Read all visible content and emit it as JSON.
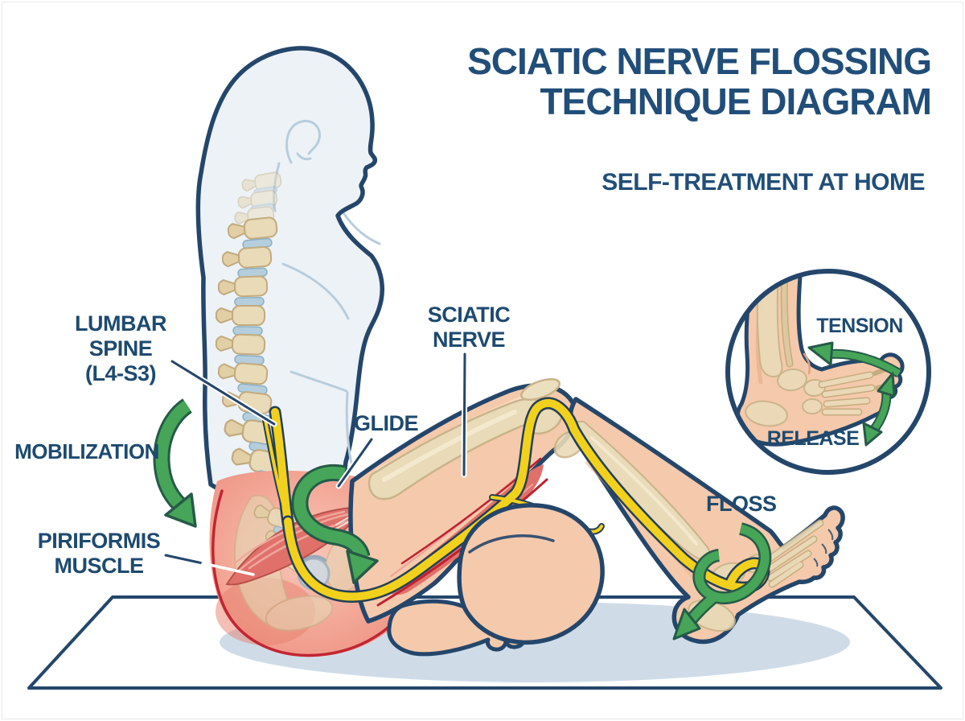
{
  "header": {
    "title_line1": "SCIATIC NERVE FLOSSING",
    "title_line2": "TECHNIQUE DIAGRAM",
    "subtitle": "SELF-TREATMENT AT HOME"
  },
  "labels": {
    "lumbar_spine_line1": "LUMBAR",
    "lumbar_spine_line2": "SPINE",
    "lumbar_spine_line3": "(L4-S3)",
    "mobilization": "MOBILIZATION",
    "piriformis_line1": "PIRIFORMIS",
    "piriformis_line2": "MUSCLE",
    "sciatic_line1": "SCIATIC",
    "sciatic_line2": "NERVE",
    "glide": "GLIDE",
    "floss": "FLOSS",
    "tension": "TENSION",
    "release": "RELEASE"
  },
  "colors": {
    "title_text": "#214e79",
    "label_text": "#1d4a70",
    "outline_navy": "#24466b",
    "nerve_yellow": "#f2d11c",
    "nerve_outline": "#233f57",
    "muscle_red": "#e0716a",
    "muscle_line_red": "#bf2130",
    "arrow_green": "#46a558",
    "arrow_green_outline": "#265a49",
    "skin": "#f5c9ab",
    "bone": "#e9dab8",
    "disc_blue": "#b5cedd",
    "silhouette_fill": "#edf2f7",
    "floor_shadow": "#cfdce8",
    "mat_fill": "#ffffff"
  }
}
